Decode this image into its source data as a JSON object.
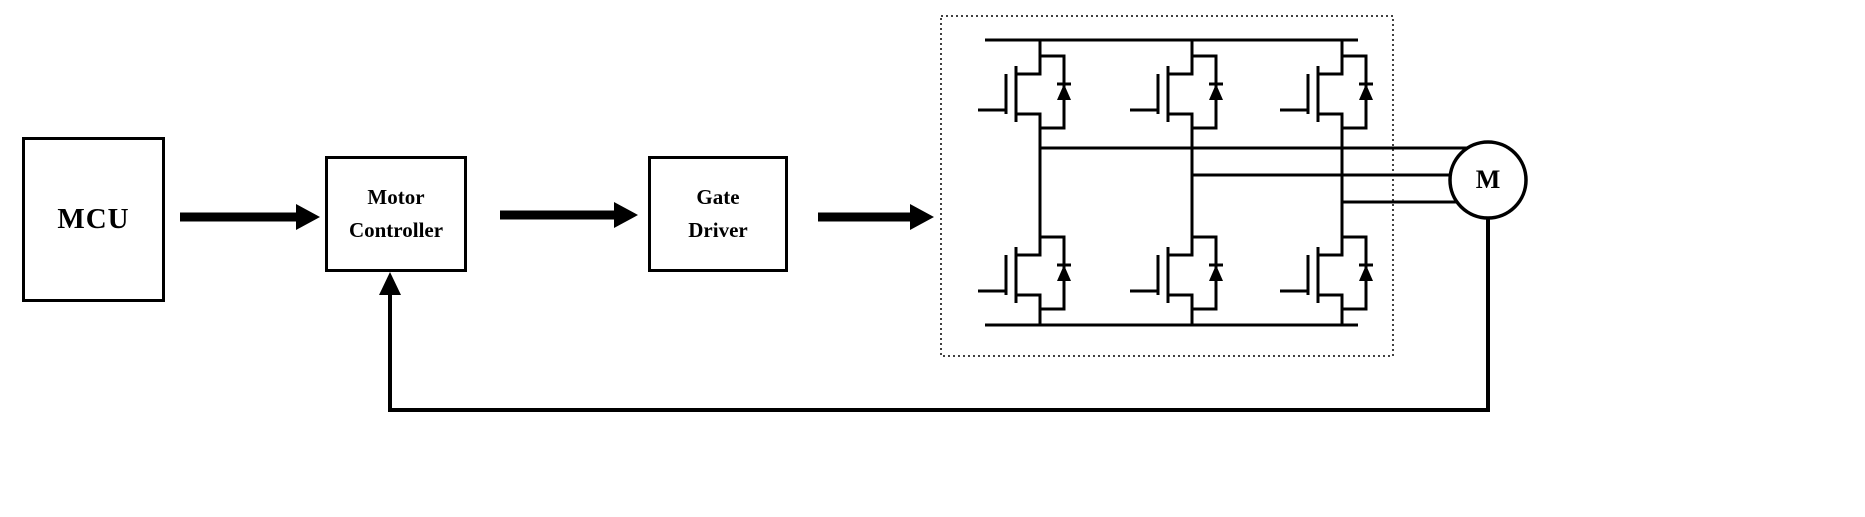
{
  "diagram": {
    "blocks": {
      "mcu": {
        "label": "MCU"
      },
      "motor_controller": {
        "line1": "Motor",
        "line2": "Controller"
      },
      "gate_driver": {
        "line1": "Gate",
        "line2": "Driver"
      },
      "motor": {
        "label": "M"
      }
    },
    "inverter": {
      "mosfet_count": 6,
      "phase_lines": 3
    },
    "colors": {
      "line": "#000000",
      "background": "#ffffff"
    }
  }
}
